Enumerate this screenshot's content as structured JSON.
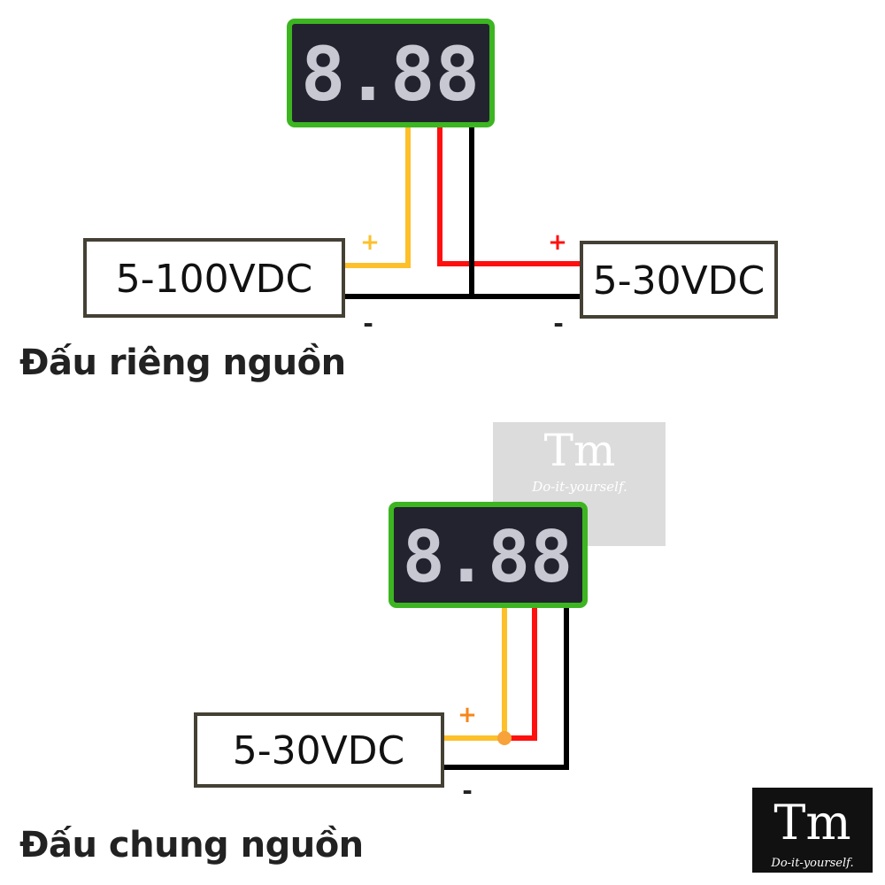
{
  "display_digits": "8.88",
  "top_diagram": {
    "title": "Đấu riêng nguồn",
    "left_source": "5-100VDC",
    "right_source": "5-30VDC",
    "left_plus": "+",
    "left_minus": "-",
    "right_plus": "+",
    "right_minus": "-"
  },
  "bottom_diagram": {
    "title": "Đấu chung nguồn",
    "source": "5-30VDC",
    "plus": "+",
    "minus": "-"
  },
  "watermark": {
    "logo": "Tm",
    "tagline": "Do-it-yourself."
  },
  "colors": {
    "wire_yellow": "#fdc02a",
    "wire_red": "#ff1010",
    "wire_black": "#000000",
    "display_border": "#3cb521",
    "display_bg": "#232330",
    "segment": "#c8c8d2"
  }
}
